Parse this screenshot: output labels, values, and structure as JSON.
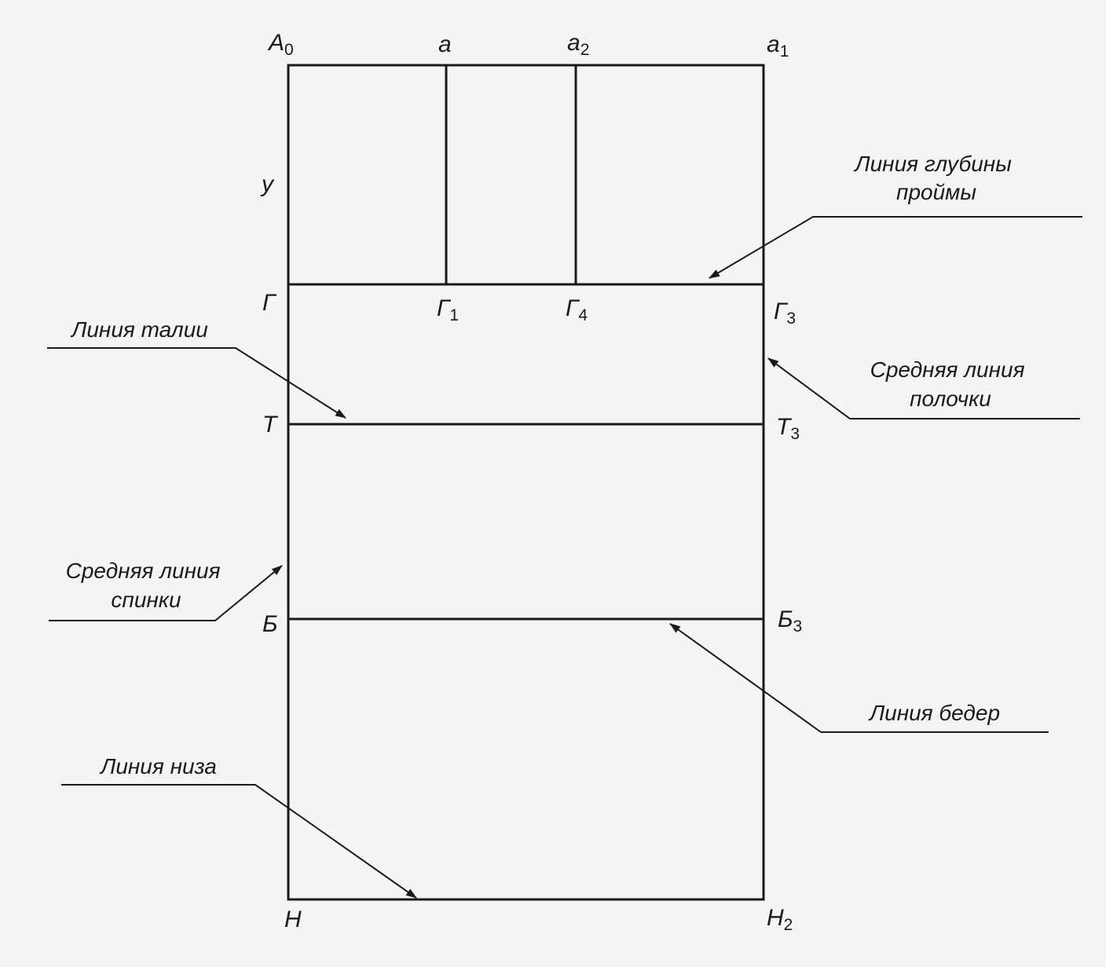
{
  "points": {
    "A0": {
      "main": "A",
      "sub": "0"
    },
    "a": {
      "main": "a",
      "sub": ""
    },
    "a2": {
      "main": "a",
      "sub": "2"
    },
    "a1": {
      "main": "a",
      "sub": "1"
    },
    "y": {
      "main": "y",
      "sub": ""
    },
    "G": {
      "main": "Г",
      "sub": ""
    },
    "G1": {
      "main": "Г",
      "sub": "1"
    },
    "G4": {
      "main": "Г",
      "sub": "4"
    },
    "G3": {
      "main": "Г",
      "sub": "3"
    },
    "T": {
      "main": "Т",
      "sub": ""
    },
    "T3": {
      "main": "Т",
      "sub": "3"
    },
    "B": {
      "main": "Б",
      "sub": ""
    },
    "B3": {
      "main": "Б",
      "sub": "3"
    },
    "N": {
      "main": "Н",
      "sub": ""
    },
    "N2": {
      "main": "Н",
      "sub": "2"
    }
  },
  "callouts": {
    "armhole_depth": {
      "line1": "Линия глубины",
      "line2": "проймы"
    },
    "waist": {
      "line1": "Линия талии"
    },
    "front_center": {
      "line1": "Средняя линия",
      "line2": "полочки"
    },
    "back_center": {
      "line1": "Средняя линия",
      "line2": "спинки"
    },
    "hips": {
      "line1": "Линия бедер"
    },
    "hem": {
      "line1": "Линия низа"
    }
  },
  "colors": {
    "ink": "#1a1a1a",
    "paper": "#f4f4f4"
  }
}
